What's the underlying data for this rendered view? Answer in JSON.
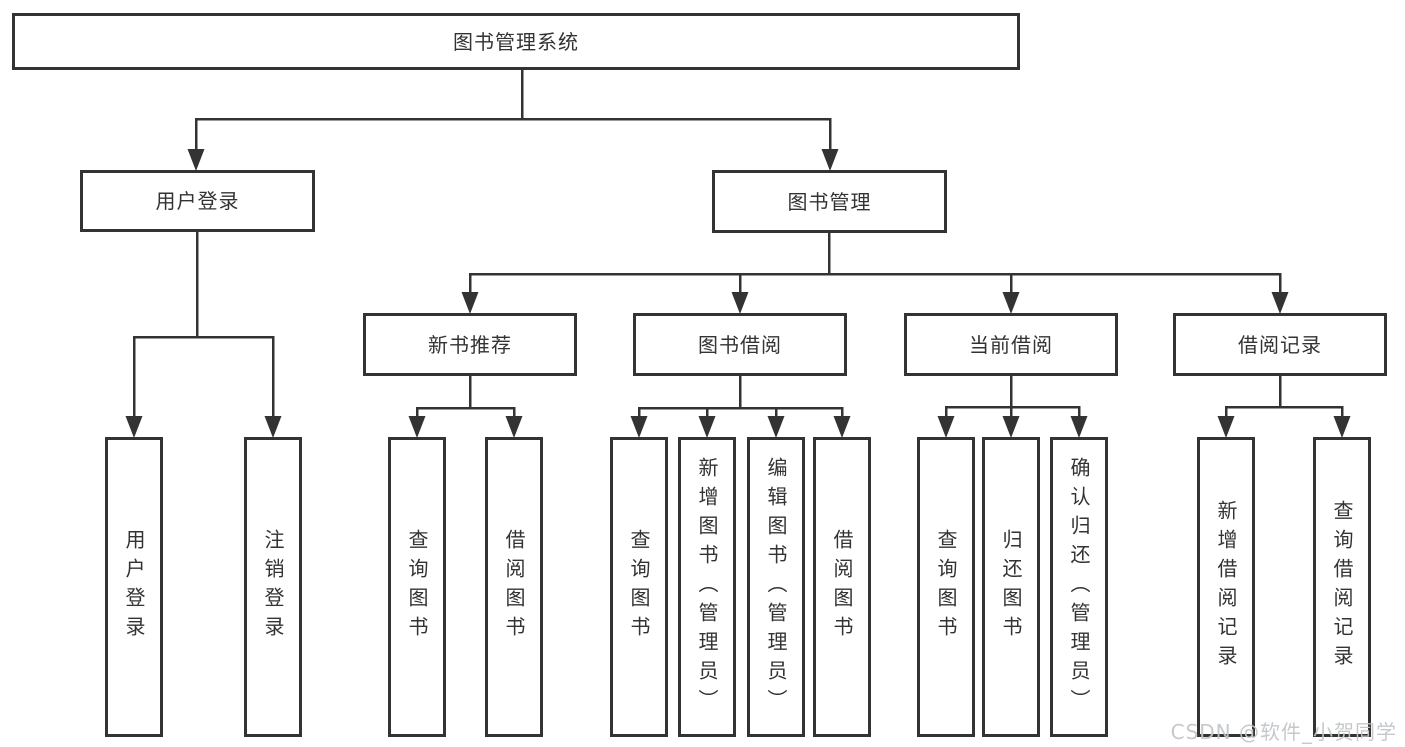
{
  "diagram": {
    "root_label": "图书管理系统",
    "branches": [
      {
        "label": "用户登录",
        "children": [
          {
            "label": "用户登录"
          },
          {
            "label": "注销登录"
          }
        ]
      },
      {
        "label": "图书管理",
        "children": [
          {
            "label": "新书推荐",
            "children": [
              {
                "label": "查询图书"
              },
              {
                "label": "借阅图书"
              }
            ]
          },
          {
            "label": "图书借阅",
            "children": [
              {
                "label": "查询图书"
              },
              {
                "label": "新增图书（管理员）"
              },
              {
                "label": "编辑图书（管理员）"
              },
              {
                "label": "借阅图书"
              }
            ]
          },
          {
            "label": "当前借阅",
            "children": [
              {
                "label": "查询图书"
              },
              {
                "label": "归还图书"
              },
              {
                "label": "确认归还（管理员）"
              }
            ]
          },
          {
            "label": "借阅记录",
            "children": [
              {
                "label": "新增借阅记录"
              },
              {
                "label": "查询借阅记录"
              }
            ]
          }
        ]
      }
    ]
  },
  "watermark": {
    "text": "CSDN @软件_小贺同学"
  },
  "colors": {
    "line": "#333333",
    "text": "#333333",
    "box_border": "#333333",
    "box_background": "#ffffff",
    "page_background": "#ffffff",
    "watermark": "#c3c6c9"
  }
}
